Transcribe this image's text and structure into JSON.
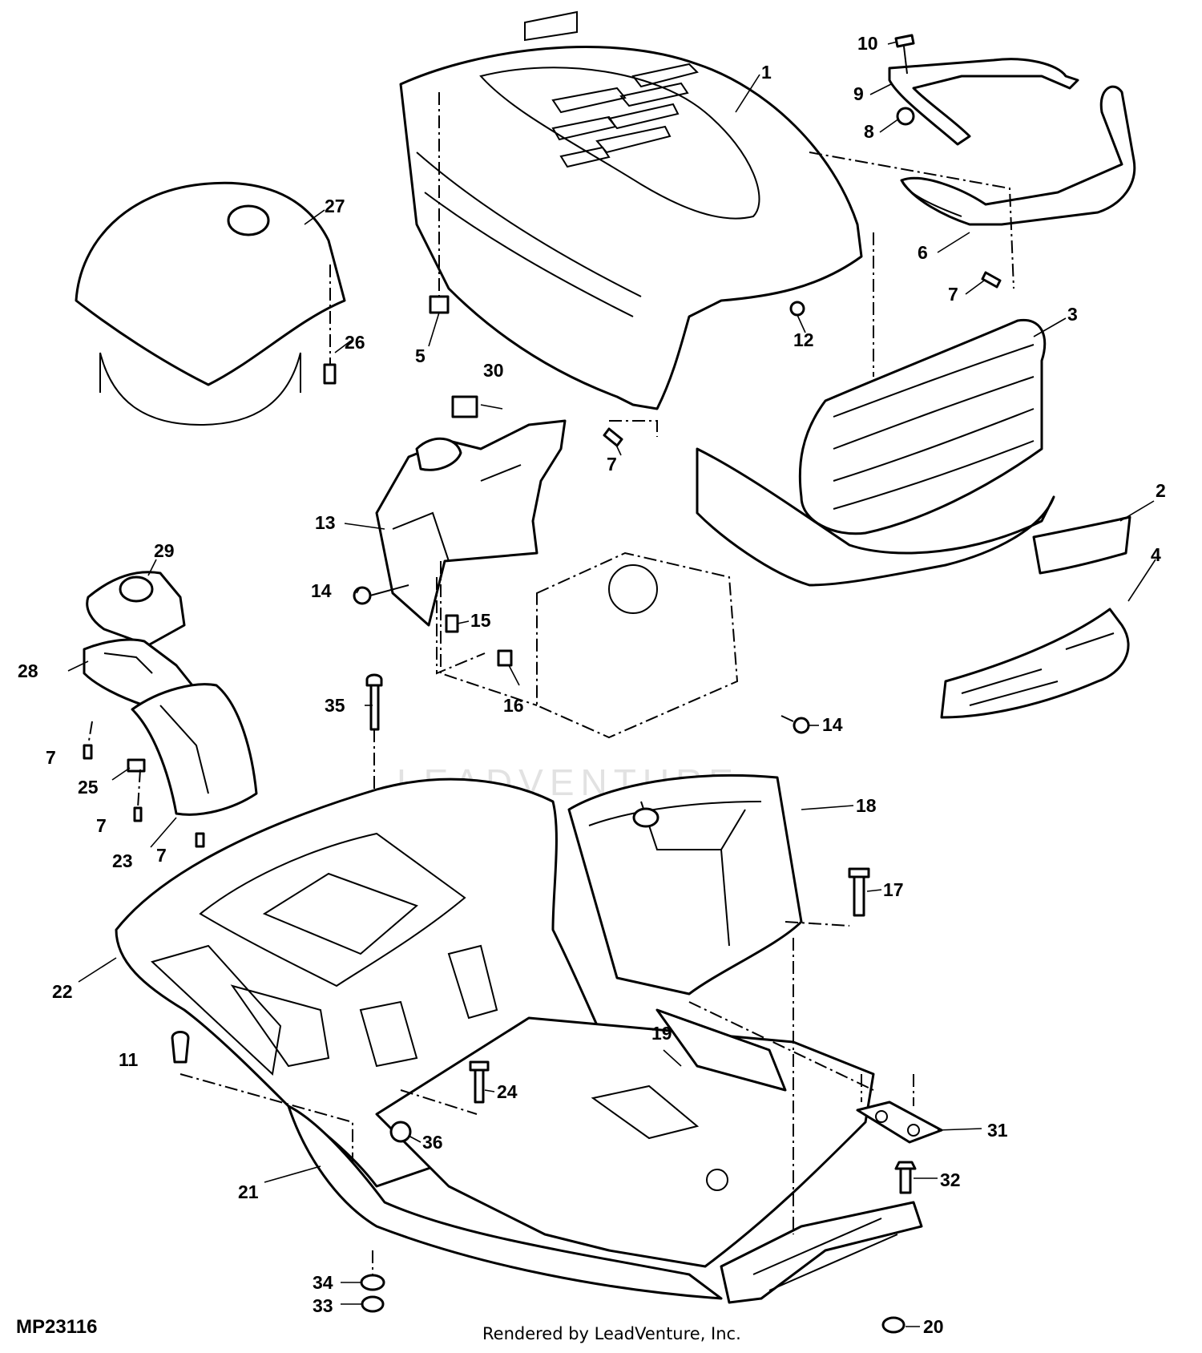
{
  "figure_id": "MP23116",
  "footer": "Rendered by LeadVenture, Inc.",
  "watermark": "LEADVENTURE",
  "callouts": [
    {
      "id": "c1",
      "text": "1"
    },
    {
      "id": "c2",
      "text": "2"
    },
    {
      "id": "c3",
      "text": "3"
    },
    {
      "id": "c4",
      "text": "4"
    },
    {
      "id": "c5",
      "text": "5"
    },
    {
      "id": "c6",
      "text": "6"
    },
    {
      "id": "c7a",
      "text": "7"
    },
    {
      "id": "c7b",
      "text": "7"
    },
    {
      "id": "c7c",
      "text": "7"
    },
    {
      "id": "c7d",
      "text": "7"
    },
    {
      "id": "c7e",
      "text": "7"
    },
    {
      "id": "c8",
      "text": "8"
    },
    {
      "id": "c9",
      "text": "9"
    },
    {
      "id": "c10",
      "text": "10"
    },
    {
      "id": "c11",
      "text": "11"
    },
    {
      "id": "c12",
      "text": "12"
    },
    {
      "id": "c13",
      "text": "13"
    },
    {
      "id": "c14a",
      "text": "14"
    },
    {
      "id": "c14b",
      "text": "14"
    },
    {
      "id": "c15",
      "text": "15"
    },
    {
      "id": "c16",
      "text": "16"
    },
    {
      "id": "c17",
      "text": "17"
    },
    {
      "id": "c18",
      "text": "18"
    },
    {
      "id": "c19",
      "text": "19"
    },
    {
      "id": "c20",
      "text": "20"
    },
    {
      "id": "c21",
      "text": "21"
    },
    {
      "id": "c22",
      "text": "22"
    },
    {
      "id": "c23",
      "text": "23"
    },
    {
      "id": "c24",
      "text": "24"
    },
    {
      "id": "c25",
      "text": "25"
    },
    {
      "id": "c26",
      "text": "26"
    },
    {
      "id": "c27",
      "text": "27"
    },
    {
      "id": "c28",
      "text": "28"
    },
    {
      "id": "c29",
      "text": "29"
    },
    {
      "id": "c30",
      "text": "30"
    },
    {
      "id": "c31",
      "text": "31"
    },
    {
      "id": "c32",
      "text": "32"
    },
    {
      "id": "c33",
      "text": "33"
    },
    {
      "id": "c34",
      "text": "34"
    },
    {
      "id": "c35",
      "text": "35"
    },
    {
      "id": "c36",
      "text": "36"
    }
  ]
}
